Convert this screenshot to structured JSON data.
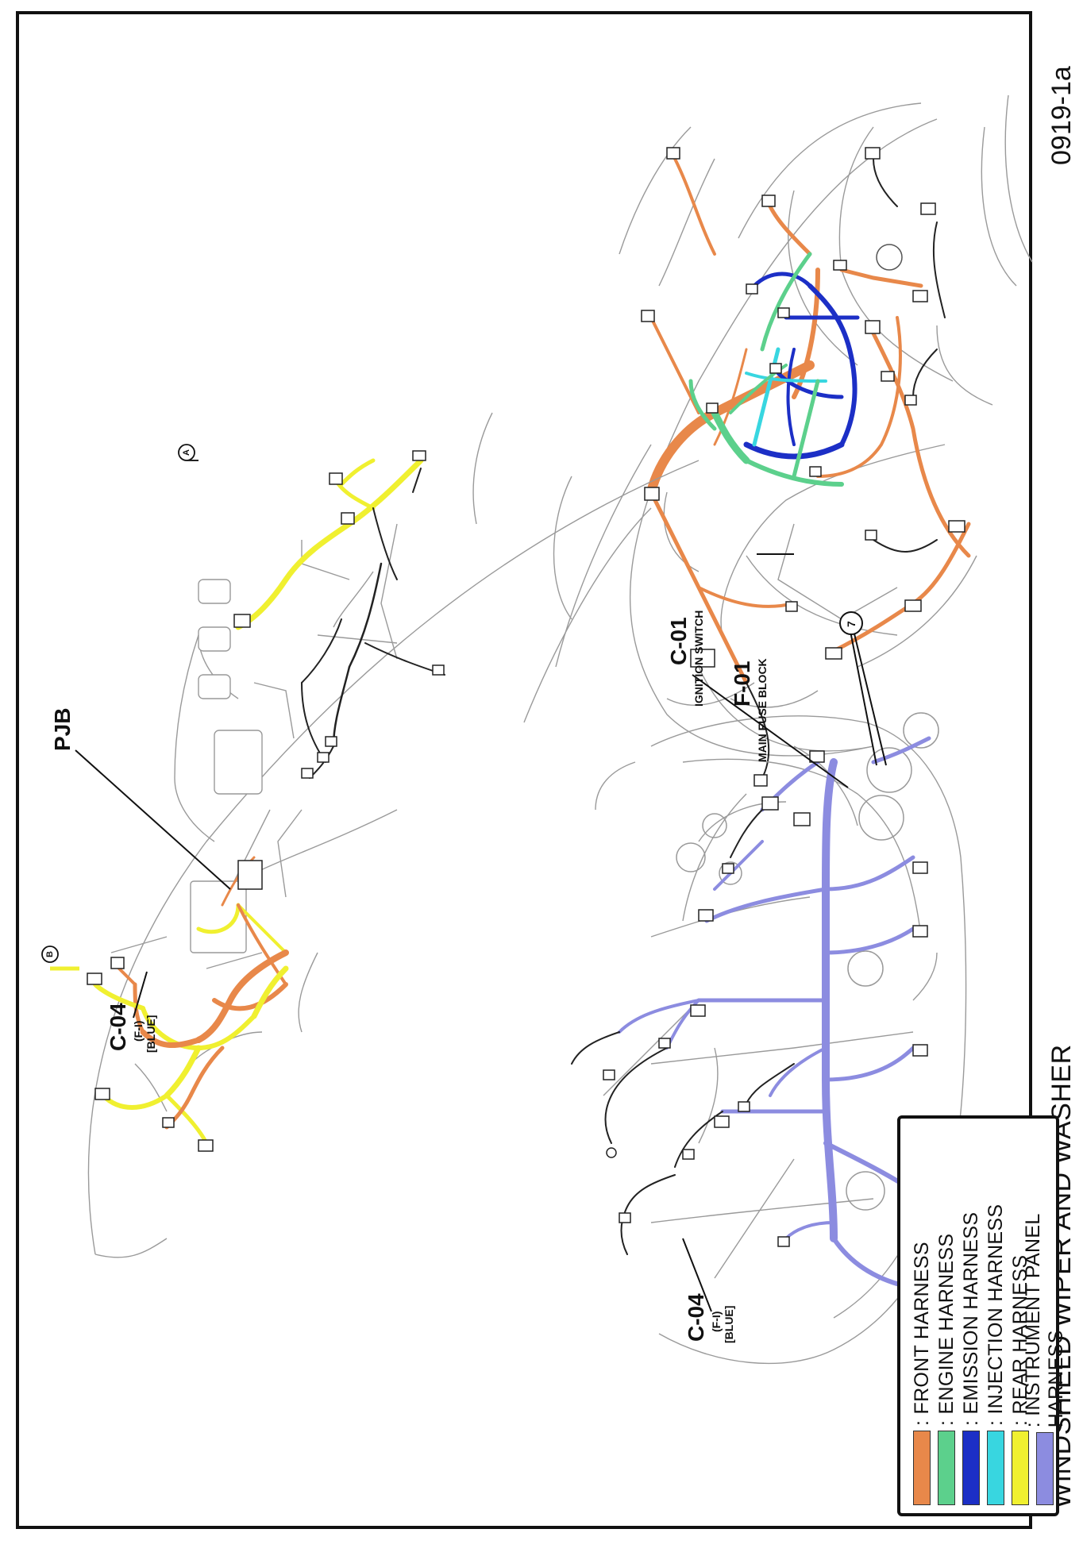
{
  "title": "WINDSHIELD WIPER AND WASHER",
  "page_number": "0919-1a",
  "callouts": {
    "f01": {
      "code": "F-01",
      "desc": "MAIN FUSE BLOCK"
    },
    "c01": {
      "code": "C-01",
      "desc": "IGNITION SWITCH"
    },
    "c04_panel": {
      "code": "C-04",
      "line2": "(F-I)",
      "line3": "[BLUE]"
    },
    "c04_rear": {
      "code": "C-04",
      "line2": "(F-I)",
      "line3": "[BLUE]"
    },
    "pjb": {
      "code": "PJB"
    },
    "circle7": {
      "text": "7"
    },
    "circleA": {
      "text": "A"
    },
    "circleB": {
      "text": "B"
    }
  },
  "legend": {
    "items": [
      {
        "label": ": FRONT HARNESS",
        "color": "#E8884A"
      },
      {
        "label": ": ENGINE HARNESS",
        "color": "#5CD08C"
      },
      {
        "label": ": EMISSION HARNESS",
        "color": "#1C2FC6"
      },
      {
        "label": ": INJECTION HARNESS",
        "color": "#38D6E0"
      },
      {
        "label": ": REAR HARNESS",
        "color": "#F0F030"
      },
      {
        "label": ": INSTRUMENT PANEL HARNESS",
        "color": "#8C8CE0"
      }
    ]
  }
}
